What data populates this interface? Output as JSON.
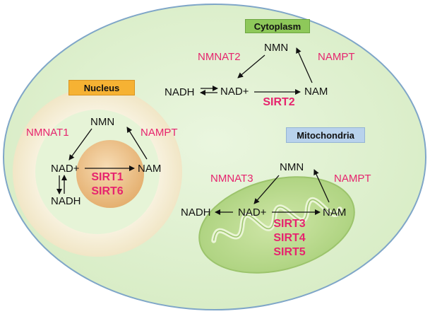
{
  "compartments": {
    "cytoplasm": "Cytoplasm",
    "nucleus": "Nucleus",
    "mitochondria": "Mitochondria"
  },
  "cytoplasm": {
    "nmn": "NMN",
    "nad": "NAD+",
    "nadh": "NADH",
    "nam": "NAM",
    "enzyme_left": "NMNAT2",
    "enzyme_right": "NAMPT",
    "sirtuins": [
      "SIRT2"
    ]
  },
  "nucleus": {
    "nmn": "NMN",
    "nad": "NAD+",
    "nadh": "NADH",
    "nam": "NAM",
    "enzyme_left": "NMNAT1",
    "enzyme_right": "NAMPT",
    "sirtuins": [
      "SIRT1",
      "SIRT6"
    ]
  },
  "mitochondria": {
    "nmn": "NMN",
    "nad": "NAD+",
    "nadh": "NADH",
    "nam": "NAM",
    "enzyme_left": "NMNAT3",
    "enzyme_right": "NAMPT",
    "sirtuins": [
      "SIRT3",
      "SIRT4",
      "SIRT5"
    ]
  },
  "colors": {
    "enzyme": "#e6246e",
    "cell_fill": "#dff0cf",
    "cell_border": "#7fa6c8",
    "nucleus_ring": "#f7f1dc",
    "nucleolus": "#e9bf86",
    "cytoplasm_box": "#8ec85a",
    "nucleus_box": "#f6b233",
    "mitochondria_box": "#b8d2ec",
    "mitochondrion": "#b8d98a"
  }
}
